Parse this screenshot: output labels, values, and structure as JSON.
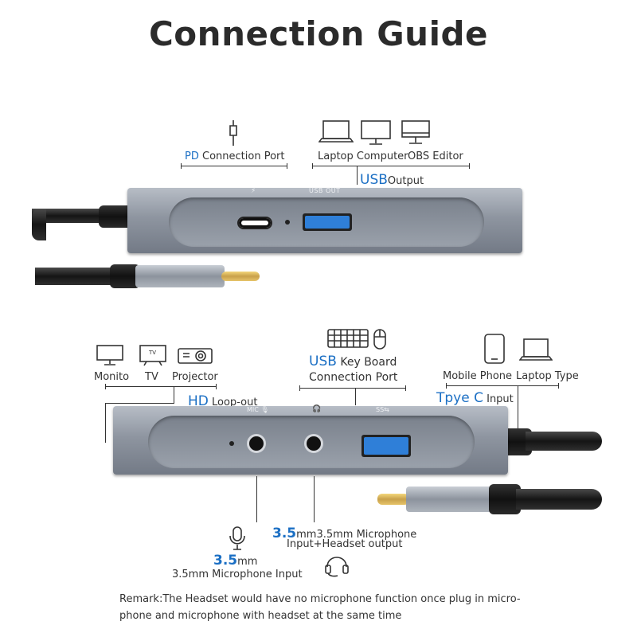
{
  "title": "Connection Guide",
  "top": {
    "pd_prefix": "PD",
    "pd_rest": "Connection Port",
    "laptop": "Laptop Computer",
    "obs": "OBS Editor",
    "usb_blue": "USB",
    "usb_rest": "Output",
    "engrave_usb": "USB OUT"
  },
  "bottom": {
    "monito": "Monito",
    "tv": "TV",
    "projector": "Projector",
    "hd_blue": "HD",
    "hd_rest": "Loop-out",
    "usb_blue": "USB",
    "kb_rest": "Key Board",
    "kb_line2": "Connection Port",
    "mobile": "Mobile Phone",
    "laptop_type": "Laptop Type",
    "tpye_blue": "Tpye C",
    "tpye_rest": "Input",
    "engrave_mic": "MIC",
    "mic_blue": "3.5",
    "mic_unit": "mm",
    "mic_desc": "3.5mm Microphone Input",
    "combo_blue": "3.5",
    "combo_unit": "mm",
    "combo_line1": "3.5mm Microphone",
    "combo_line2": "Input+Headset output"
  },
  "remark_line1": "Remark:The Headset would have no microphone function once plug in micro-",
  "remark_line2": "phone and microphone with headset at the same time",
  "colors": {
    "accent": "#1b6fc4",
    "usb_port": "#2f7fd8",
    "body": "#8e95a0"
  }
}
